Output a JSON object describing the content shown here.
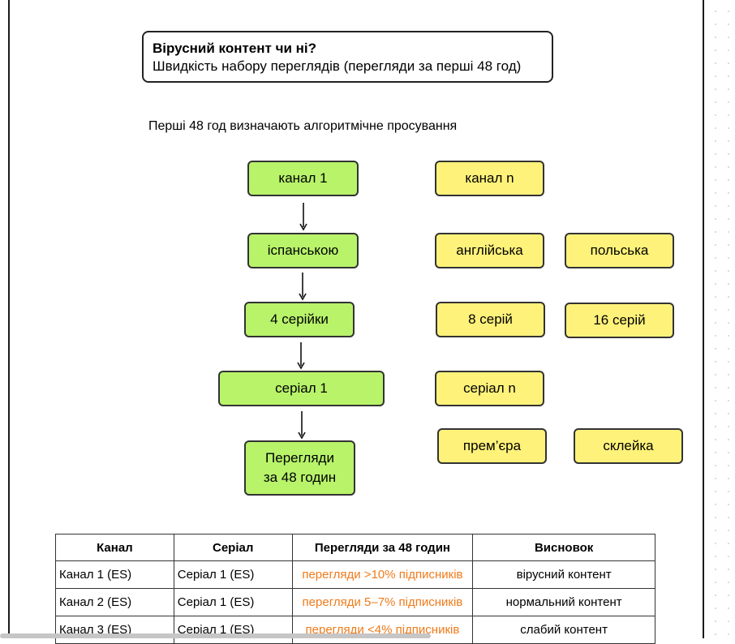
{
  "title": {
    "heading": "Вірусний контент чи ні?",
    "subheading": "Швидкість набору переглядів (перегляди за перші 48 год)"
  },
  "note": "Перші 48 год визначають алгоритмічне просування",
  "flow": [
    {
      "id": "channel",
      "label": "канал 1"
    },
    {
      "id": "language",
      "label": "іспанською"
    },
    {
      "id": "episodes",
      "label": "4 серійки"
    },
    {
      "id": "series",
      "label": "серіал 1"
    },
    {
      "id": "views",
      "label": "Перегляди\nза 48 годин"
    }
  ],
  "alternatives": {
    "channel": "канал n",
    "lang_a": "англійська",
    "lang_b": "польська",
    "ep_a": "8 серій",
    "ep_b": "16 серій",
    "series": "серіал n",
    "premiere": "прем’єра",
    "montage": "склейка"
  },
  "table": {
    "headers": [
      "Канал",
      "Серіал",
      "Перегляди за 48 годин",
      "Висновок"
    ],
    "rows": [
      [
        "Канал 1 (ES)",
        "Серіал 1 (ES)",
        "перегляди >10% підписників",
        "вірусний контент"
      ],
      [
        "Канал 2 (ES)",
        "Серіал 1 (ES)",
        "перегляди 5–7% підписників",
        "нормальний контент"
      ],
      [
        "Канал 3 (ES)",
        "Серіал 1 (ES)",
        "перегляди <4% підписників",
        "слабий контент"
      ]
    ]
  },
  "colors": {
    "primary_node": "#b8f36a",
    "alternative_node": "#fff27a",
    "views_text": "#f07b1b"
  }
}
